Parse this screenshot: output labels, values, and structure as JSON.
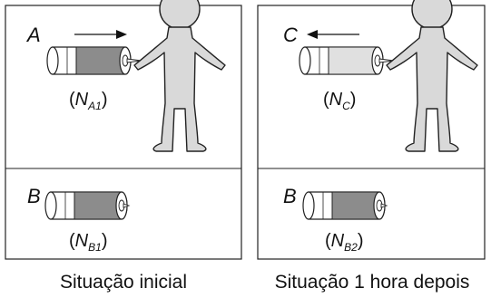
{
  "panels": {
    "left": {
      "caption": "Situação inicial",
      "top": {
        "letter": "A",
        "count_letter": "N",
        "count_sub": "A1",
        "arrow_direction": "right"
      },
      "bottom": {
        "letter": "B",
        "count_letter": "N",
        "count_sub": "B1"
      }
    },
    "right": {
      "caption": "Situação 1 hora depois",
      "top": {
        "letter": "C",
        "count_letter": "N",
        "count_sub": "C",
        "arrow_direction": "left"
      },
      "bottom": {
        "letter": "B",
        "count_letter": "N",
        "count_sub": "B2"
      }
    }
  },
  "colors": {
    "figure_fill": "#d9d9d9",
    "battery_dark": "#8c8c8c",
    "battery_light": "#e0e0e0",
    "border": "#222222"
  },
  "icons": [
    "person-figure-icon",
    "battery-icon",
    "arrow-icon"
  ]
}
